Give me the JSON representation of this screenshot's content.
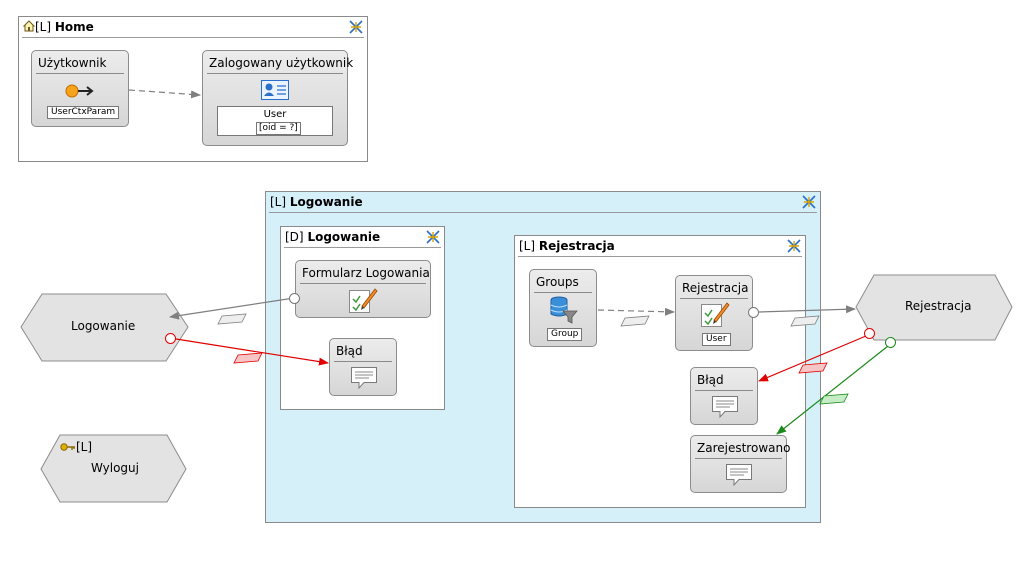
{
  "colors": {
    "page_bg": "#ffffff",
    "area_blue": "#d6f0fa",
    "unit_fill": "#e0e0e0",
    "hex_fill": "#e3e3e3",
    "link_gray": "#7f7f7f",
    "link_red": "#e00000",
    "link_green": "#1a8a1a"
  },
  "home_area": {
    "tag": "[L]",
    "name": "Home",
    "units": {
      "uzytkownik": {
        "title": "Użytkownik",
        "param": "UserCtxParam",
        "icon": "context-param-icon"
      },
      "zalogowany": {
        "title": "Zalogowany użytkownik",
        "entity": "User",
        "selector": "[oid = ?]",
        "icon": "data-unit-icon"
      }
    }
  },
  "logowanie_area": {
    "tag": "[L]",
    "name": "Logowanie",
    "sub_default": {
      "tag": "[D]",
      "name": "Logowanie",
      "units": {
        "formularz": {
          "title": "Formularz Logowania",
          "icon": "entry-form-icon"
        },
        "blad": {
          "title": "Błąd",
          "icon": "message-icon"
        }
      }
    },
    "sub_rejestracja": {
      "tag": "[L]",
      "name": "Rejestracja",
      "units": {
        "groups": {
          "title": "Groups",
          "entity": "Group",
          "icon": "selector-db-icon"
        },
        "rejestracja": {
          "title": "Rejestracja",
          "entity": "User",
          "icon": "entry-form-icon"
        },
        "blad": {
          "title": "Błąd",
          "icon": "message-icon"
        },
        "zarejestrowano": {
          "title": "Zarejestrowano",
          "icon": "message-icon"
        }
      }
    }
  },
  "operations": {
    "logowanie": {
      "label": "Logowanie"
    },
    "rejestracja": {
      "label": "Rejestracja"
    },
    "wyloguj": {
      "tag": "[L]",
      "label": "Wyloguj",
      "icon": "key-icon"
    }
  }
}
